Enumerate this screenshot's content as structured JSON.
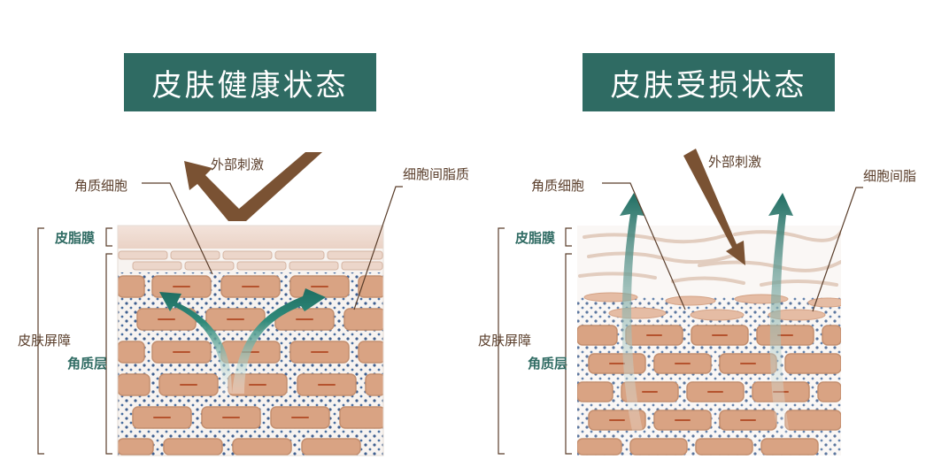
{
  "left_panel": {
    "title": "皮肤健康状态",
    "labels": {
      "external_stimulus": "外部刺激",
      "corneocyte": "角质细胞",
      "intercellular_lipid": "细胞间脂质",
      "sebum_film": "皮脂膜",
      "skin_barrier": "皮肤屏障",
      "stratum_corneum": "角质层"
    }
  },
  "right_panel": {
    "title": "皮肤受损状态",
    "labels": {
      "external_stimulus": "外部刺激",
      "corneocyte": "角质细胞",
      "intercellular_lipid": "细胞间脂",
      "sebum_film": "皮脂膜",
      "skin_barrier": "皮肤屏障",
      "stratum_corneum": "角质层"
    }
  },
  "colors": {
    "banner": "#2f6b63",
    "cell": "#d9a383",
    "cell_border": "#c48f6f",
    "lipid_dot": "#3f5f8f",
    "stimulus_arrow": "#7a5233",
    "moisture_arrow": "#1f6e62",
    "label_text": "#5a3e2b"
  }
}
